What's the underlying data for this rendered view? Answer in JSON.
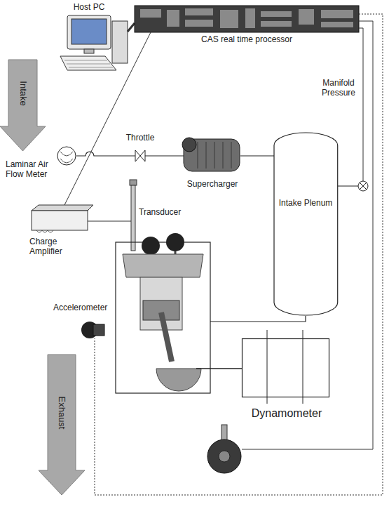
{
  "diagram": {
    "nodes": [
      {
        "text": [
          "Intake"
        ]
      },
      {
        "text": [
          "Intake Plenum"
        ]
      },
      {
        "text": [
          "Dynamometer"
        ]
      },
      {
        "text": [
          "Exhaust"
        ]
      }
    ],
    "labels": [
      "Host PC",
      "CAS real time processor",
      "Manifold Pressure",
      "Laminar Air Flow Meter",
      "Throttle",
      "Supercharger",
      "Transducer",
      "Charge Amplifier",
      "Accelerometer"
    ]
  }
}
